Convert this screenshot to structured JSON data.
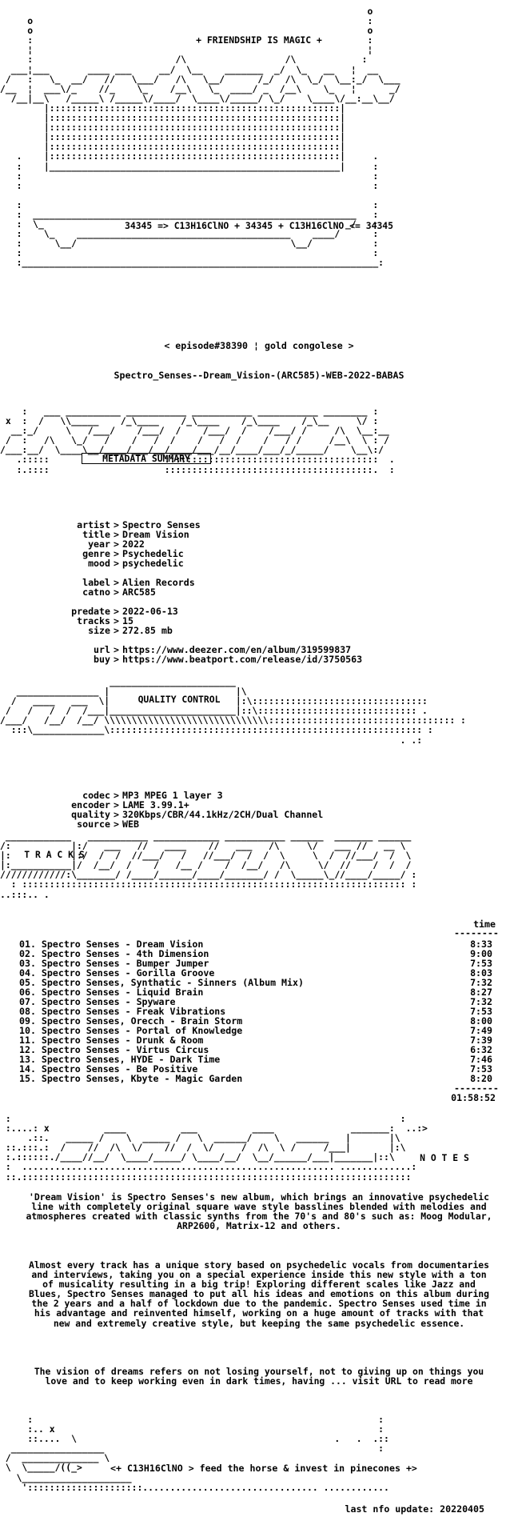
{
  "header": {
    "tagline": "+ FRIENDSHIP IS MAGIC +",
    "formula": "34345 => C13H16ClNO + 34345 + C13H16ClNO <= 34345",
    "episode": "< episode#38390 ¦ gold congolese >",
    "release": "Spectro_Senses--Dream_Vision-(ARC585)-WEB-2022-BABAS"
  },
  "metadata": {
    "title": "METADATA SUMMARY",
    "fields": [
      {
        "key": "artist",
        "value": "Spectro Senses"
      },
      {
        "key": "title",
        "value": "Dream Vision"
      },
      {
        "key": "year",
        "value": "2022"
      },
      {
        "key": "genre",
        "value": "Psychedelic"
      },
      {
        "key": "mood",
        "value": "psychedelic"
      },
      {
        "key": "label",
        "value": "Alien Records"
      },
      {
        "key": "catno",
        "value": "ARC585"
      },
      {
        "key": "predate",
        "value": "2022-06-13"
      },
      {
        "key": "tracks",
        "value": "15"
      },
      {
        "key": "size",
        "value": "272.85 mb"
      },
      {
        "key": "url",
        "value": "https://www.deezer.com/en/album/319599837"
      },
      {
        "key": "buy",
        "value": "https://www.beatport.com/release/id/3750563"
      }
    ]
  },
  "quality": {
    "title": "QUALITY CONTROL",
    "fields": [
      {
        "key": "codec",
        "value": "MP3 MPEG 1 layer 3"
      },
      {
        "key": "encoder",
        "value": "LAME 3.99.1+"
      },
      {
        "key": "quality",
        "value": "320Kbps/CBR/44.1kHz/2CH/Dual Channel"
      },
      {
        "key": "source",
        "value": "WEB"
      }
    ]
  },
  "tracks": {
    "title": "T R A C K S",
    "time_header": "time",
    "list": [
      {
        "title": "01. Spectro Senses - Dream Vision",
        "time": "8:33"
      },
      {
        "title": "02. Spectro Senses - 4th Dimension",
        "time": "9:00"
      },
      {
        "title": "03. Spectro Senses - Bumper Jumper",
        "time": "7:53"
      },
      {
        "title": "04. Spectro Senses - Gorilla Groove",
        "time": "8:03"
      },
      {
        "title": "05. Spectro Senses, Synthatic - Sinners (Album Mix)",
        "time": "7:32"
      },
      {
        "title": "06. Spectro Senses - Liquid Brain",
        "time": "8:27"
      },
      {
        "title": "07. Spectro Senses - Spyware",
        "time": "7:32"
      },
      {
        "title": "08. Spectro Senses - Freak Vibrations",
        "time": "7:53"
      },
      {
        "title": "09. Spectro Senses, Orecch - Brain Storm",
        "time": "8:00"
      },
      {
        "title": "10. Spectro Senses - Portal of Knowledge",
        "time": "7:49"
      },
      {
        "title": "11. Spectro Senses - Drunk & Room",
        "time": "7:39"
      },
      {
        "title": "12. Spectro Senses - Virtus Circus",
        "time": "6:32"
      },
      {
        "title": "13. Spectro Senses, HYDE - Dark Time",
        "time": "7:46"
      },
      {
        "title": "14. Spectro Senses - Be Positive",
        "time": "7:53"
      },
      {
        "title": "15. Spectro Senses, Kbyte - Magic Garden",
        "time": "8:20"
      }
    ],
    "total": "01:58:52"
  },
  "notes": {
    "title": "N O T E S",
    "paragraphs": [
      "'Dream Vision' is Spectro Senses's new album, which brings an innovative psychedelic line with completely original square wave style basslines blended with melodies and atmospheres created with classic synths from the 70's and 80's such as: Moog Modular, ARP2600, Matrix-12 and others.",
      "Almost every track has a unique story based on psychedelic vocals from documentaries and interviews, taking you on a special experience inside this new style with a ton of musicality resulting in a big trip! Exploring different scales like Jazz and Blues, Spectro Senses managed to put all his ideas and emotions on this album during the 2 years and a half of lockdown due to the pandemic. Spectro Senses used time in his advantage and reinvented himself, working on a huge amount of tracks with that new and extremely creative style, but keeping the same psychedelic essence.",
      "The vision of dreams refers on not losing yourself, not to giving up on things you love and to keep working even in dark times, having ... visit URL to read more"
    ]
  },
  "footer": {
    "slogan": "<+ C13H16ClNO > feed the horse & invest in pinecones +>",
    "last_update": "last nfo update: 20220405"
  }
}
